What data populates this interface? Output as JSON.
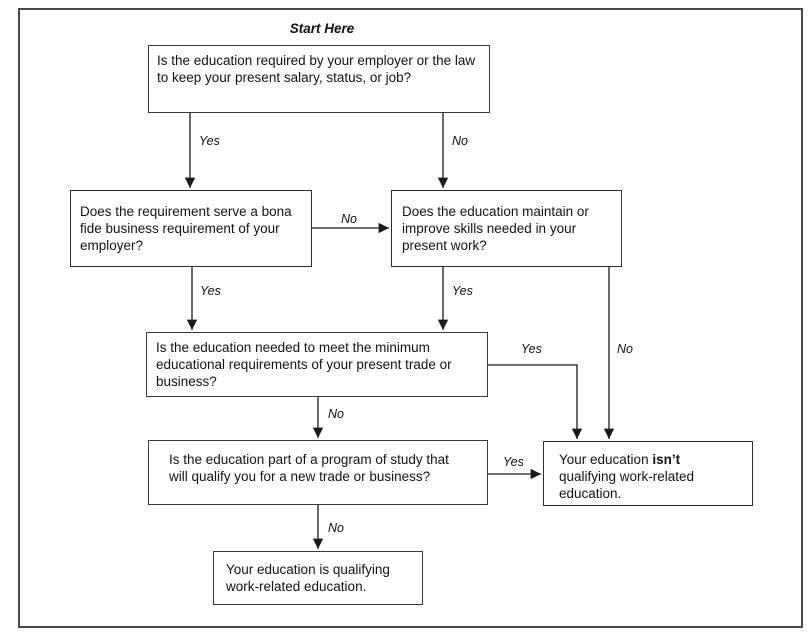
{
  "title": "Start Here",
  "colors": {
    "line": "#1a1a1a",
    "box_border": "#3a3a3a",
    "frame_border": "#4a4a4a",
    "background": "#ffffff"
  },
  "chart_data": {
    "type": "flowchart",
    "title": "Start Here",
    "nodes": [
      {
        "id": "q1",
        "text": "Is the education required by your employer or the law to keep your present salary, status, or job?"
      },
      {
        "id": "q2",
        "text": "Does the requirement serve a bona fide business requirement of your employer?"
      },
      {
        "id": "q3",
        "text": "Does the education maintain or improve skills needed in your present work?"
      },
      {
        "id": "q4",
        "text": "Is the education needed to meet the minimum educational requirements of your present trade or business?"
      },
      {
        "id": "q5",
        "text": "Is the education part of a program of study that will qualify you for a new trade or business?"
      },
      {
        "id": "result_no",
        "text": "Your education isn't qualifying work-related education."
      },
      {
        "id": "result_yes",
        "text": "Your education is qualifying work-related education."
      }
    ],
    "edges": [
      {
        "from": "q1",
        "to": "q2",
        "label": "Yes"
      },
      {
        "from": "q1",
        "to": "q3",
        "label": "No"
      },
      {
        "from": "q2",
        "to": "q3",
        "label": "No"
      },
      {
        "from": "q2",
        "to": "q4",
        "label": "Yes"
      },
      {
        "from": "q3",
        "to": "q4",
        "label": "Yes"
      },
      {
        "from": "q3",
        "to": "result_no",
        "label": "No"
      },
      {
        "from": "q4",
        "to": "result_no",
        "label": "Yes"
      },
      {
        "from": "q4",
        "to": "q5",
        "label": "No"
      },
      {
        "from": "q5",
        "to": "result_no",
        "label": "Yes"
      },
      {
        "from": "q5",
        "to": "result_yes",
        "label": "No"
      }
    ]
  },
  "nodes": {
    "q1": {
      "text": "Is the education required by your employer or the law to keep your present salary, status, or job?"
    },
    "q2": {
      "text": "Does the requirement serve a bona fide business requirement of your employer?"
    },
    "q3": {
      "text": "Does the education maintain or improve skills needed in your present work?"
    },
    "q4": {
      "text": "Is the education needed to meet the minimum educational requirements of your present trade or business?"
    },
    "q5": {
      "text": "Is the education part of a program of study that will qualify you for a new trade or business?"
    },
    "result_no": {
      "prefix": "Your education ",
      "bold": "isn’t",
      "suffix": " qualifying work-related education."
    },
    "result_yes": {
      "text": "Your education is qualifying work-related education."
    }
  },
  "edge_labels": {
    "q1_yes": "Yes",
    "q1_no": "No",
    "q2_no": "No",
    "q2_yes": "Yes",
    "q3_yes": "Yes",
    "q3_no": "No",
    "q4_yes": "Yes",
    "q4_no": "No",
    "q5_yes": "Yes",
    "q5_no": "No"
  }
}
